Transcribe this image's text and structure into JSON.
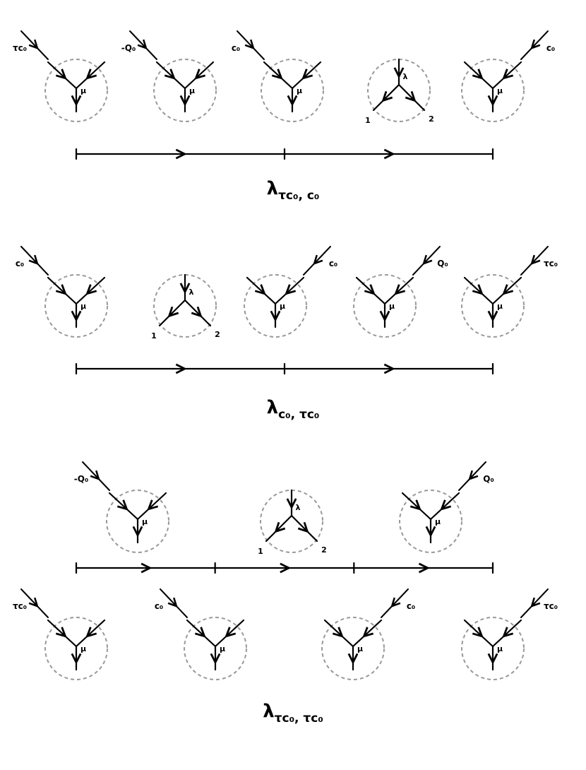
{
  "rows": [
    {
      "id": "row1",
      "caption": {
        "main": "λ",
        "sub": "τc₀, c₀"
      },
      "timeline_ticks": 3,
      "upper": [
        {
          "kind": "vertex",
          "leg": "τc₀",
          "leg_side": "left",
          "mu": "μ"
        },
        {
          "kind": "vertex",
          "leg": "-Q₀",
          "leg_side": "left",
          "mu": "μ"
        },
        {
          "kind": "vertex",
          "leg": "c₀",
          "leg_side": "left",
          "mu": "μ"
        },
        {
          "kind": "lambda",
          "lambda": "λ",
          "out1": "1",
          "out2": "2"
        },
        {
          "kind": "vertex",
          "leg": "c₀",
          "leg_side": "right",
          "mu": "μ"
        }
      ],
      "lower": []
    },
    {
      "id": "row2",
      "caption": {
        "main": "λ",
        "sub": "c₀, τc₀"
      },
      "timeline_ticks": 3,
      "upper": [
        {
          "kind": "vertex",
          "leg": "c₀",
          "leg_side": "left",
          "mu": "μ"
        },
        {
          "kind": "lambda",
          "lambda": "λ",
          "out1": "1",
          "out2": "2"
        },
        {
          "kind": "vertex",
          "leg": "c₀",
          "leg_side": "right",
          "mu": "μ"
        },
        {
          "kind": "vertex",
          "leg": "Q₀",
          "leg_side": "right",
          "mu": "μ"
        },
        {
          "kind": "vertex",
          "leg": "τc₀",
          "leg_side": "right",
          "mu": "μ"
        }
      ],
      "lower": []
    },
    {
      "id": "row3",
      "caption": {
        "main": "λ",
        "sub": "τc₀, τc₀"
      },
      "timeline_ticks": 4,
      "upper": [
        {
          "kind": "vertex",
          "leg": "-Q₀",
          "leg_side": "left",
          "mu": "μ"
        },
        {
          "kind": "lambda",
          "lambda": "λ",
          "out1": "1",
          "out2": "2"
        },
        {
          "kind": "vertex",
          "leg": "Q₀",
          "leg_side": "right",
          "mu": "μ"
        }
      ],
      "lower": [
        {
          "kind": "vertex",
          "leg": "τc₀",
          "leg_side": "left",
          "mu": "μ"
        },
        {
          "kind": "vertex",
          "leg": "c₀",
          "leg_side": "left",
          "mu": "μ"
        },
        {
          "kind": "vertex",
          "leg": "c₀",
          "leg_side": "right",
          "mu": "μ"
        },
        {
          "kind": "vertex",
          "leg": "τc₀",
          "leg_side": "right",
          "mu": "μ"
        }
      ]
    }
  ]
}
